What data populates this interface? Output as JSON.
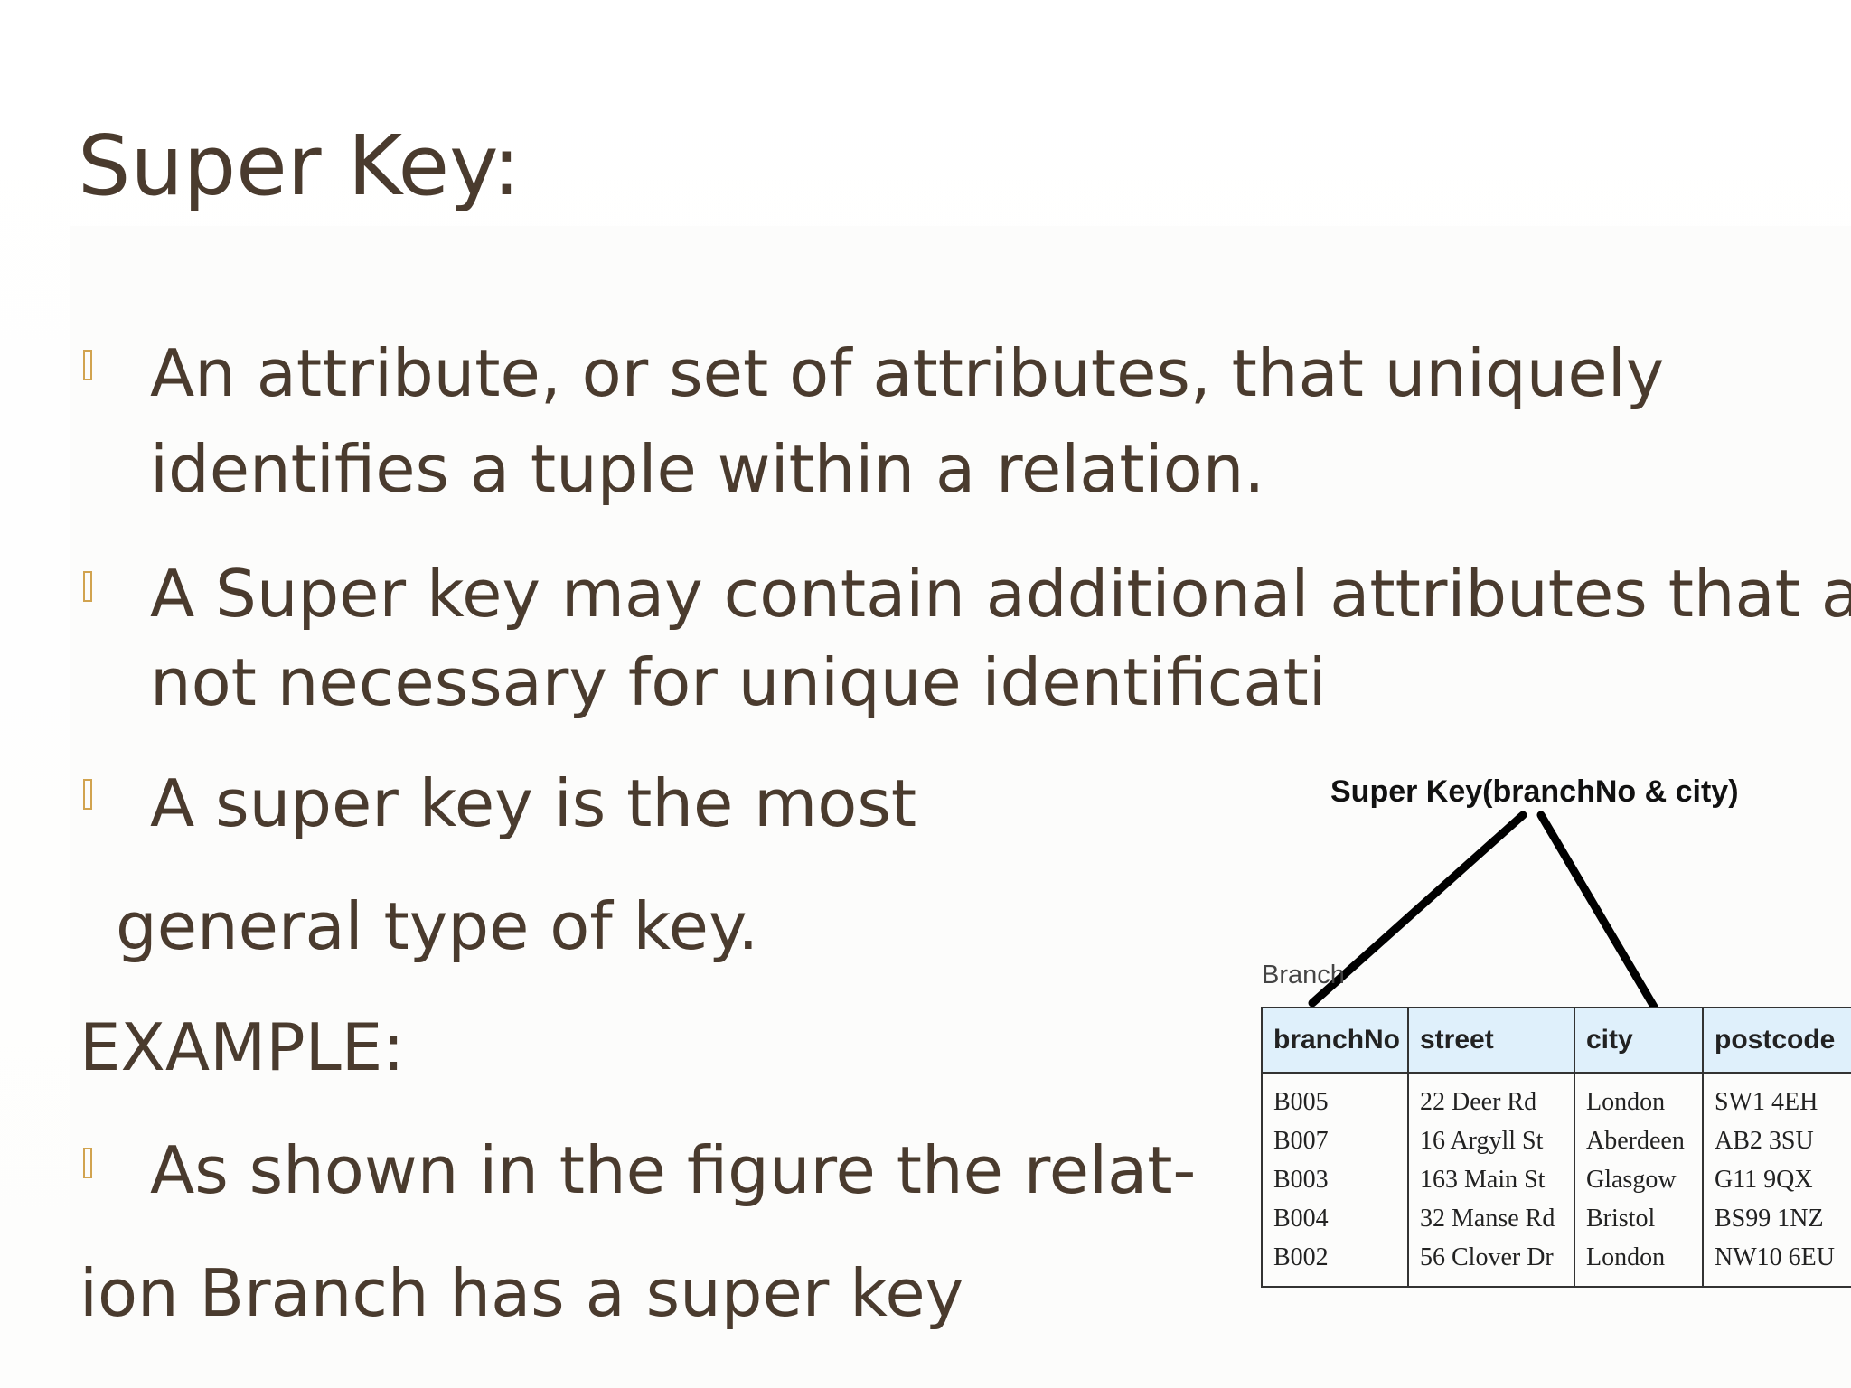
{
  "slide": {
    "title": "Super Key:",
    "lines": [
      "An attribute, or set of attributes, that uniquely",
      "identifies a tuple within a relation.",
      "A Super key may contain additional attributes that are",
      "not necessary for unique identificati",
      "A super key is the most",
      "general type of key.",
      "EXAMPLE:",
      "As shown in the figure the relat-",
      "ion Branch has a super key"
    ],
    "bullet_color": "#d1a34f",
    "text_color": "#4a3b2e"
  },
  "figure": {
    "label": "Super Key(branchNo & city)",
    "relation_name": "Branch",
    "table": {
      "headers": [
        "branchNo",
        "street",
        "city",
        "postcode"
      ],
      "rows": [
        [
          "B005",
          "22 Deer Rd",
          "London",
          "SW1 4EH"
        ],
        [
          "B007",
          "16 Argyll St",
          "Aberdeen",
          "AB2 3SU"
        ],
        [
          "B003",
          "163 Main St",
          "Glasgow",
          "G11 9QX"
        ],
        [
          "B004",
          "32 Manse Rd",
          "Bristol",
          "BS99 1NZ"
        ],
        [
          "B002",
          "56 Clover Dr",
          "London",
          "NW10 6EU"
        ]
      ],
      "header_bg": "#dff0fb"
    }
  }
}
